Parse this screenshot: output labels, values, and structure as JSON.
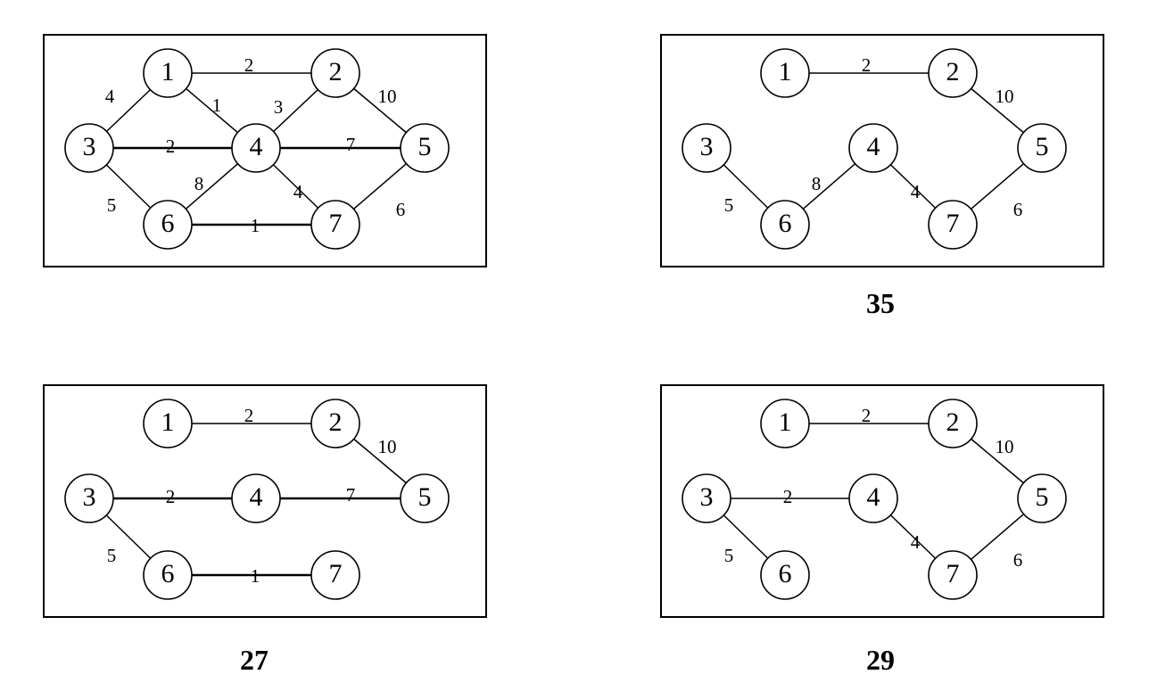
{
  "graphs": [
    {
      "id": "original",
      "caption": "",
      "nodes": [
        "1",
        "2",
        "3",
        "4",
        "5",
        "6",
        "7"
      ],
      "edges": [
        {
          "from": "1",
          "to": "2",
          "weight": "2"
        },
        {
          "from": "1",
          "to": "3",
          "weight": "4"
        },
        {
          "from": "1",
          "to": "4",
          "weight": "1"
        },
        {
          "from": "2",
          "to": "4",
          "weight": "3"
        },
        {
          "from": "2",
          "to": "5",
          "weight": "10"
        },
        {
          "from": "3",
          "to": "4",
          "weight": "2"
        },
        {
          "from": "4",
          "to": "5",
          "weight": "7"
        },
        {
          "from": "3",
          "to": "6",
          "weight": "5"
        },
        {
          "from": "4",
          "to": "6",
          "weight": "8"
        },
        {
          "from": "4",
          "to": "7",
          "weight": "4"
        },
        {
          "from": "5",
          "to": "7",
          "weight": "6"
        },
        {
          "from": "6",
          "to": "7",
          "weight": "1"
        }
      ]
    },
    {
      "id": "tree-35",
      "caption": "35",
      "nodes": [
        "1",
        "2",
        "3",
        "4",
        "5",
        "6",
        "7"
      ],
      "edges": [
        {
          "from": "1",
          "to": "2",
          "weight": "2"
        },
        {
          "from": "2",
          "to": "5",
          "weight": "10"
        },
        {
          "from": "3",
          "to": "6",
          "weight": "5"
        },
        {
          "from": "4",
          "to": "6",
          "weight": "8"
        },
        {
          "from": "4",
          "to": "7",
          "weight": "4"
        },
        {
          "from": "5",
          "to": "7",
          "weight": "6"
        }
      ]
    },
    {
      "id": "tree-27",
      "caption": "27",
      "nodes": [
        "1",
        "2",
        "3",
        "4",
        "5",
        "6",
        "7"
      ],
      "edges": [
        {
          "from": "1",
          "to": "2",
          "weight": "2"
        },
        {
          "from": "2",
          "to": "5",
          "weight": "10"
        },
        {
          "from": "3",
          "to": "4",
          "weight": "2"
        },
        {
          "from": "4",
          "to": "5",
          "weight": "7"
        },
        {
          "from": "3",
          "to": "6",
          "weight": "5"
        },
        {
          "from": "6",
          "to": "7",
          "weight": "1"
        }
      ]
    },
    {
      "id": "tree-29",
      "caption": "29",
      "nodes": [
        "1",
        "2",
        "3",
        "4",
        "5",
        "6",
        "7"
      ],
      "edges": [
        {
          "from": "1",
          "to": "2",
          "weight": "2"
        },
        {
          "from": "2",
          "to": "5",
          "weight": "10"
        },
        {
          "from": "3",
          "to": "4",
          "weight": "2"
        },
        {
          "from": "3",
          "to": "6",
          "weight": "5"
        },
        {
          "from": "4",
          "to": "7",
          "weight": "4"
        },
        {
          "from": "5",
          "to": "7",
          "weight": "6"
        }
      ]
    }
  ]
}
